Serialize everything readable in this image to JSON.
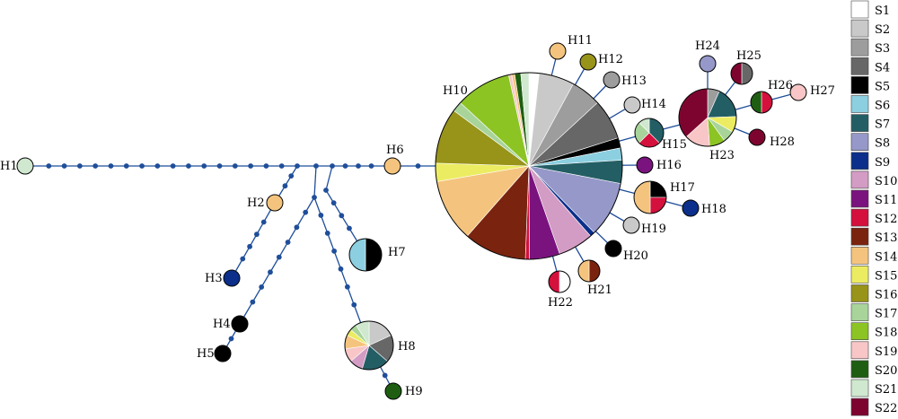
{
  "legend": [
    {
      "label": "S1",
      "color": "#ffffff"
    },
    {
      "label": "S2",
      "color": "#c9c9c9"
    },
    {
      "label": "S3",
      "color": "#9d9d9d"
    },
    {
      "label": "S4",
      "color": "#676767"
    },
    {
      "label": "S5",
      "color": "#000000"
    },
    {
      "label": "S6",
      "color": "#8ccfe0"
    },
    {
      "label": "S7",
      "color": "#245e65"
    },
    {
      "label": "S8",
      "color": "#9598c8"
    },
    {
      "label": "S9",
      "color": "#0b2f8a"
    },
    {
      "label": "S10",
      "color": "#d39cc4"
    },
    {
      "label": "S11",
      "color": "#7a137e"
    },
    {
      "label": "S12",
      "color": "#d4103c"
    },
    {
      "label": "S13",
      "color": "#7a230f"
    },
    {
      "label": "S14",
      "color": "#f4c47e"
    },
    {
      "label": "S15",
      "color": "#ecec62"
    },
    {
      "label": "S16",
      "color": "#989319"
    },
    {
      "label": "S17",
      "color": "#a8d49a"
    },
    {
      "label": "S18",
      "color": "#8cc424"
    },
    {
      "label": "S19",
      "color": "#f8c6c6"
    },
    {
      "label": "S20",
      "color": "#1f5e12"
    },
    {
      "label": "S21",
      "color": "#cfe8cf"
    },
    {
      "label": "S22",
      "color": "#7e0430"
    }
  ],
  "haplotypes": [
    {
      "id": "H1",
      "label": "H1",
      "pie": [
        [
          "S21",
          1
        ]
      ]
    },
    {
      "id": "H2",
      "label": "H2",
      "pie": [
        [
          "S14",
          1
        ]
      ]
    },
    {
      "id": "H3",
      "label": "H3",
      "pie": [
        [
          "S9",
          1
        ]
      ]
    },
    {
      "id": "H4",
      "label": "H4",
      "pie": [
        [
          "S5",
          1
        ]
      ]
    },
    {
      "id": "H5",
      "label": "H5",
      "pie": [
        [
          "S5",
          1
        ]
      ]
    },
    {
      "id": "H6",
      "label": "H6",
      "pie": [
        [
          "S14",
          1
        ]
      ]
    },
    {
      "id": "H7",
      "label": "H7",
      "pie": [
        [
          "S5",
          1
        ],
        [
          "S6",
          1
        ]
      ]
    },
    {
      "id": "H8",
      "label": "H8",
      "pie": [
        [
          "S2",
          2
        ],
        [
          "S4",
          2
        ],
        [
          "S7",
          2
        ],
        [
          "S10",
          1
        ],
        [
          "S19",
          1
        ],
        [
          "S14",
          1
        ],
        [
          "S15",
          0.5
        ],
        [
          "S17",
          0.5
        ],
        [
          "S21",
          1
        ]
      ]
    },
    {
      "id": "H9",
      "label": "H9",
      "pie": [
        [
          "S20",
          1
        ]
      ]
    },
    {
      "id": "H10",
      "label": "H10",
      "pie": [
        [
          "S1",
          1
        ],
        [
          "S2",
          3.5
        ],
        [
          "S3",
          3
        ],
        [
          "S4",
          4
        ],
        [
          "S5",
          1
        ],
        [
          "S6",
          1.2
        ],
        [
          "S7",
          2.3
        ],
        [
          "S8",
          5.5
        ],
        [
          "S9",
          0.5
        ],
        [
          "S10",
          3.5
        ],
        [
          "S11",
          3
        ],
        [
          "S12",
          0.4
        ],
        [
          "S13",
          6.2
        ],
        [
          "S14",
          6.2
        ],
        [
          "S15",
          1.8
        ],
        [
          "S16",
          5.5
        ],
        [
          "S17",
          1
        ],
        [
          "S18",
          5.5
        ],
        [
          "S19",
          0.3
        ],
        [
          "S14",
          0.3
        ],
        [
          "S20",
          0.6
        ],
        [
          "S21",
          0.8
        ]
      ]
    },
    {
      "id": "H11",
      "label": "H11",
      "pie": [
        [
          "S14",
          1
        ]
      ]
    },
    {
      "id": "H12",
      "label": "H12",
      "pie": [
        [
          "S16",
          1
        ]
      ]
    },
    {
      "id": "H13",
      "label": "H13",
      "pie": [
        [
          "S3",
          1
        ]
      ]
    },
    {
      "id": "H14",
      "label": "H14",
      "pie": [
        [
          "S2",
          1
        ]
      ]
    },
    {
      "id": "H15",
      "label": "H15",
      "pie": [
        [
          "S7",
          1.5
        ],
        [
          "S12",
          1
        ],
        [
          "S17",
          1
        ],
        [
          "S21",
          0.5
        ]
      ]
    },
    {
      "id": "H16",
      "label": "H16",
      "pie": [
        [
          "S11",
          1
        ]
      ]
    },
    {
      "id": "H17",
      "label": "H17",
      "pie": [
        [
          "S5",
          1
        ],
        [
          "S12",
          1
        ],
        [
          "S14",
          2
        ]
      ]
    },
    {
      "id": "H18",
      "label": "H18",
      "pie": [
        [
          "S9",
          1
        ]
      ]
    },
    {
      "id": "H19",
      "label": "H19",
      "pie": [
        [
          "S2",
          1
        ]
      ]
    },
    {
      "id": "H20",
      "label": "H20",
      "pie": [
        [
          "S5",
          1
        ]
      ]
    },
    {
      "id": "H21",
      "label": "H21",
      "pie": [
        [
          "S13",
          1
        ],
        [
          "S14",
          1
        ]
      ]
    },
    {
      "id": "H22",
      "label": "H22",
      "pie": [
        [
          "S1",
          1
        ],
        [
          "S12",
          1
        ]
      ]
    },
    {
      "id": "H23",
      "label": "H23",
      "pie": [
        [
          "S3",
          0.6
        ],
        [
          "S7",
          1.6
        ],
        [
          "S15",
          0.8
        ],
        [
          "S17",
          0.6
        ],
        [
          "S18",
          0.8
        ],
        [
          "S19",
          1.3
        ],
        [
          "S22",
          3.3
        ]
      ]
    },
    {
      "id": "H24",
      "label": "H24",
      "pie": [
        [
          "S8",
          1
        ]
      ]
    },
    {
      "id": "H25",
      "label": "H25",
      "pie": [
        [
          "S4",
          1
        ],
        [
          "S22",
          1
        ]
      ]
    },
    {
      "id": "H26",
      "label": "H26",
      "pie": [
        [
          "S12",
          1
        ],
        [
          "S20",
          1
        ]
      ]
    },
    {
      "id": "H27",
      "label": "H27",
      "pie": [
        [
          "S19",
          1
        ]
      ]
    },
    {
      "id": "H28",
      "label": "H28",
      "pie": [
        [
          "S22",
          1
        ]
      ]
    }
  ]
}
